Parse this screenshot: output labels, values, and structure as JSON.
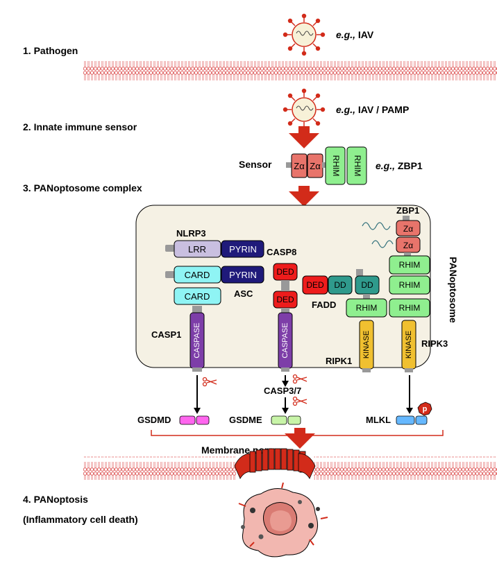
{
  "steps": {
    "step1": "1. Pathogen",
    "step2": "2. Innate immune sensor",
    "step3": "3. PANoptosome complex",
    "step4": "4. PANoptosis",
    "step4_sub": "(Inflammatory cell death)"
  },
  "pathogen": {
    "eg_label": "e.g.,",
    "example1": "IAV",
    "example2": "IAV / PAMP"
  },
  "sensor": {
    "label": "Sensor",
    "domain_za": "Zα",
    "domain_rhim": "RHIM",
    "eg_label": "e.g.,",
    "example": "ZBP1"
  },
  "complex": {
    "side_label": "PANoptosome",
    "nlrp3": {
      "name": "NLRP3",
      "lrr": "LRR",
      "pyrin": "PYRIN"
    },
    "asc": {
      "name": "ASC",
      "card": "CARD",
      "pyrin": "PYRIN"
    },
    "casp1": {
      "name": "CASP1",
      "card": "CARD",
      "caspase": "CASPASE"
    },
    "casp8": {
      "name": "CASP8",
      "ded": "DED",
      "caspase": "CASPASE"
    },
    "fadd": {
      "name": "FADD",
      "ded": "DED",
      "dd": "DD"
    },
    "ripk1": {
      "name": "RIPK1",
      "dd": "DD",
      "rhim": "RHIM",
      "kinase": "KINASE"
    },
    "ripk3": {
      "name": "RIPK3",
      "rhim": "RHIM",
      "kinase": "KINASE"
    },
    "zbp1": {
      "name": "ZBP1",
      "za": "Zα",
      "rhim": "RHIM"
    }
  },
  "effectors": {
    "casp37": "CASP3/7",
    "gsdmd": "GSDMD",
    "gsdme": "GSDME",
    "mlkl": "MLKL",
    "phospho": "p"
  },
  "membrane_pore": "Membrane pore",
  "colors": {
    "red_arrow": "#d22b1a",
    "za": "#e8746b",
    "rhim": "#8fef8f",
    "lrr": "#c9bfe0",
    "pyrin": "#1f1a7a",
    "card": "#8ff4f4",
    "caspase": "#7d3ea8",
    "ded": "#ee1c1c",
    "dd": "#2f9a8c",
    "kinase": "#f0c030",
    "gsdmd": "#ff66ee",
    "gsdme": "#c8f4a8",
    "mlkl": "#66b8ff",
    "panel_fill": "#f5f1e4",
    "lipid": "#e06060"
  }
}
